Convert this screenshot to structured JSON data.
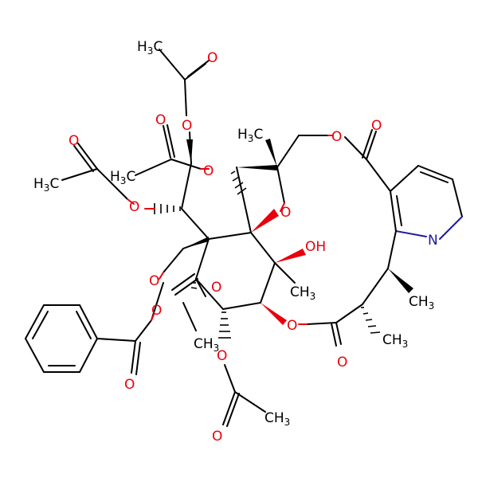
{
  "colors": {
    "bond": "#000000",
    "oxygen": "#e8000b",
    "nitrogen": "#1e1b9e",
    "background": "#ffffff"
  },
  "atoms": {
    "o_ac1_carbonyl": "O",
    "ch3_ac1": "CH3",
    "o_ac1_ester": "O",
    "o_ac2_carbonyl": "O",
    "ch3_ac2": "CH3",
    "o_ac2_ester": "O",
    "o_ac3_carbonyl": "O",
    "ch3_ac3": "CH3",
    "o_ac3_ester": "O",
    "o_epoxide_ring": "O",
    "h3c_top": "H3C",
    "o_lactone_top": "O",
    "o_lactone_carbonyl": "O",
    "o_bridge": "O",
    "oh_hydroxy": "OH",
    "ch3_quaternary": "CH3",
    "n_pyridine": "N",
    "ch3_right_1": "CH3",
    "ch3_right_2": "CH3",
    "o_macrolactone_ester": "O",
    "o_macrolactone_carbonyl": "O",
    "o_bz_ester": "O",
    "o_bz_carbonyl": "O",
    "o_ac4_carbonyl": "O",
    "ch3_ac4": "CH3",
    "o_ac4_ester": "O",
    "o_ac5_carbonyl": "O",
    "ch3_ac5": "CH3"
  }
}
